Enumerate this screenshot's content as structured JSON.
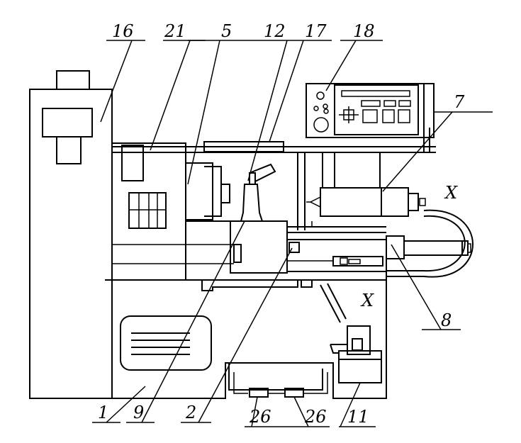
{
  "colors": {
    "stroke": "#000000",
    "background": "#ffffff"
  },
  "callouts": [
    "16",
    "21",
    "5",
    "12",
    "17",
    "18",
    "7",
    "8",
    "1",
    "9",
    "2",
    "26",
    "26",
    "11"
  ],
  "axis_labels": [
    "X",
    "X"
  ]
}
